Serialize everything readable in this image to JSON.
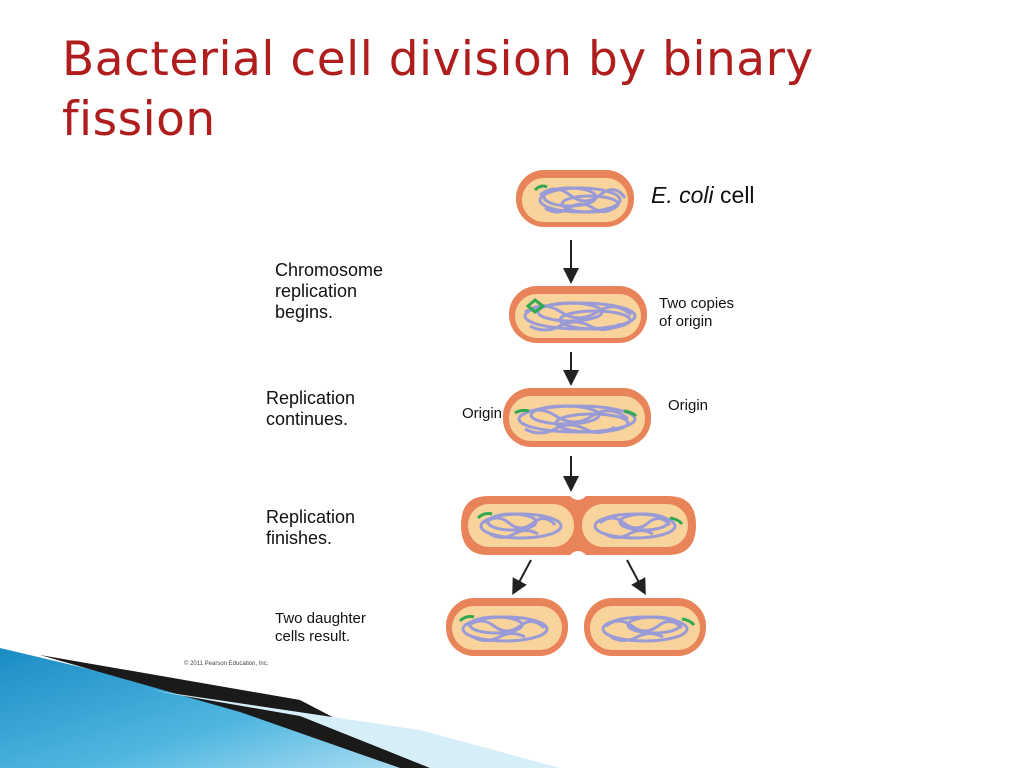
{
  "title": "Bacterial cell division by binary fission",
  "labels": {
    "ecoli_italic": "E. coli",
    "ecoli_rest": "cell",
    "chromosome_replication": [
      "Chromosome",
      "replication",
      "begins."
    ],
    "two_copies": [
      "Two copies",
      "of origin"
    ],
    "replication_continues": [
      "Replication",
      "continues."
    ],
    "origin_left": "Origin",
    "origin_right": "Origin",
    "replication_finishes": [
      "Replication",
      "finishes."
    ],
    "daughter_cells": [
      "Two daughter",
      "cells result."
    ]
  },
  "copyright": "© 2011 Pearson Education, Inc.",
  "colors": {
    "title": "#b01d1d",
    "cell_wall": "#e9835a",
    "cytoplasm": "#f8d49c",
    "chromosome": "#9a9bd6",
    "origin": "#2fa84f",
    "decor_blue": "#1a8cc4"
  }
}
